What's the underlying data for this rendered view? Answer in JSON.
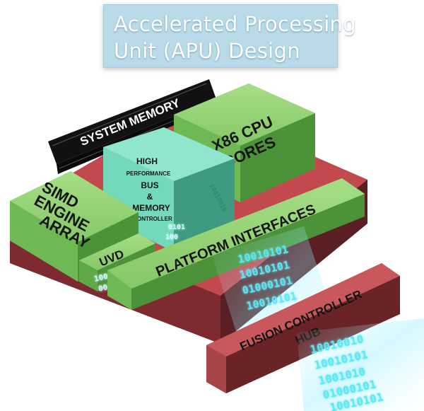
{
  "title": {
    "line1": "Accelerated Processing",
    "line2": "Unit (APU) Design"
  },
  "blocks": {
    "system_memory": "SYSTEM MEMORY",
    "x86_cores": [
      "X86 CPU",
      "CORES"
    ],
    "bus_controller": [
      "HIGH",
      "PERFORMANCE",
      "BUS",
      "&",
      "MEMORY",
      "CONTROLLER"
    ],
    "simd": [
      "SIMD",
      "ENGINE",
      "ARRAY"
    ],
    "uvd": "UVD",
    "platform_interfaces": "PLATFORM INTERFACES",
    "fusion_hub": [
      "FUSION CONTROLLER",
      "HUB"
    ]
  },
  "binary": {
    "bus_stream": [
      "10010010",
      "0101",
      "100"
    ],
    "uvd_stream": [
      "1000101",
      "0010100"
    ],
    "platform_stream": [
      "10010101",
      "10010101",
      "01000101",
      "10010101"
    ],
    "hub_stream": [
      "10010010",
      "10010101",
      "1001010",
      "01000101",
      "10010101"
    ]
  },
  "colors": {
    "green_top": "#8fd16f",
    "green_side": "#5fa846",
    "red_base": "#c24a4f",
    "red_side": "#7a2a2e",
    "bus_teal": "#7ee0c6",
    "binary_cyan": "#5fe6f4",
    "memory_black": "#1e1e1e",
    "title_bg": "#b9dbe9"
  }
}
